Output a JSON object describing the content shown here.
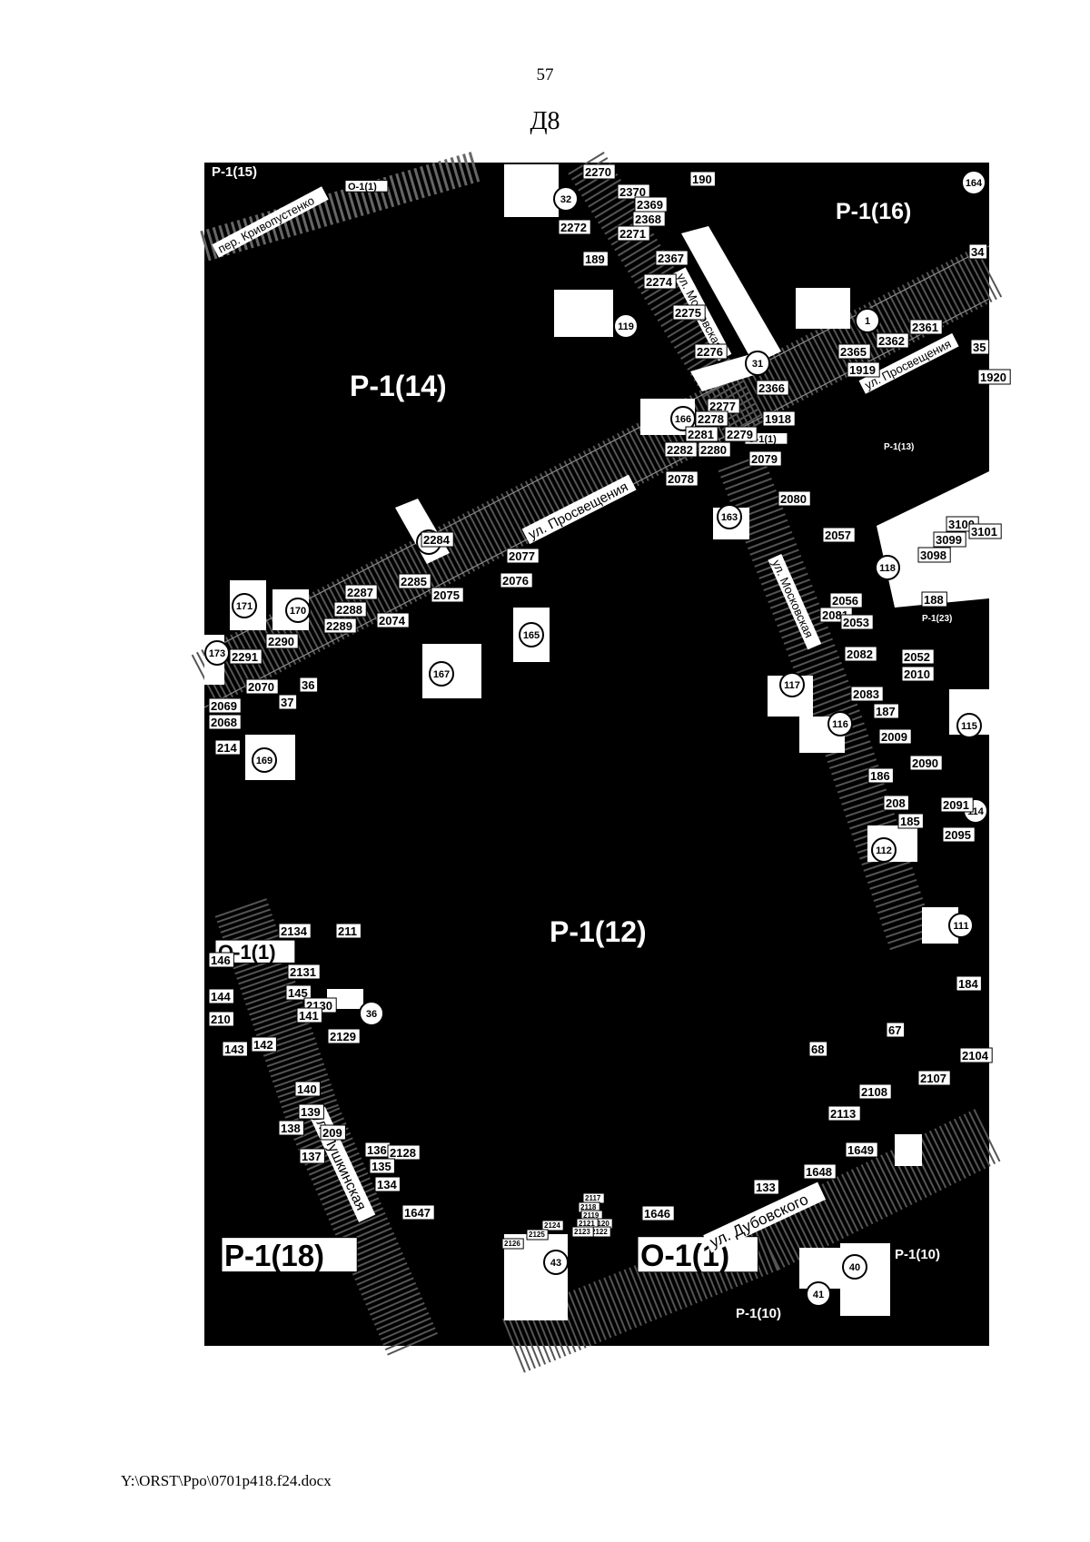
{
  "page_number": "57",
  "appendix_title": "Д8",
  "footer_path": "Y:\\ORST\\Ppo\\0701p418.f24.docx",
  "colors": {
    "map_background": "#000000",
    "label_bg": "#ffffff",
    "label_text": "#000000"
  },
  "zones": [
    {
      "id": "z1",
      "text": "Р-1(15)"
    },
    {
      "id": "z2",
      "text": "Р-1(16)"
    },
    {
      "id": "z3",
      "text": "Р-1(14)"
    },
    {
      "id": "z4",
      "text": "Р-1(13)"
    },
    {
      "id": "z5",
      "text": "Р-1(23)"
    },
    {
      "id": "z6",
      "text": "Р-1(12)"
    },
    {
      "id": "z7",
      "text": "Р-1(18)"
    },
    {
      "id": "z8",
      "text": "Р-1(10)"
    },
    {
      "id": "z9",
      "text": "Р-1(10)"
    },
    {
      "id": "z10",
      "text": "О-1(1)"
    },
    {
      "id": "z11",
      "text": "О-1(1)"
    },
    {
      "id": "z12",
      "text": "О-1(1)"
    },
    {
      "id": "z13",
      "text": "О-1(1)"
    }
  ],
  "streets": [
    {
      "id": "s1",
      "text": "пер. Кривопустенко"
    },
    {
      "id": "s2",
      "text": "ул. Московская"
    },
    {
      "id": "s3",
      "text": "ул. Просвещения"
    },
    {
      "id": "s4",
      "text": "ул. Просвещения"
    },
    {
      "id": "s5",
      "text": "ул. Московская"
    },
    {
      "id": "s6",
      "text": "ул. Пушкинская"
    },
    {
      "id": "s7",
      "text": "ул. Дубовского"
    }
  ],
  "circles": [
    "32",
    "119",
    "166",
    "168",
    "171",
    "170",
    "173",
    "165",
    "167",
    "169",
    "163",
    "1",
    "31",
    "164",
    "118",
    "117",
    "116",
    "115",
    "114",
    "112",
    "111",
    "36",
    "43",
    "40",
    "41"
  ],
  "parcels": [
    "2270",
    "2370",
    "2369",
    "2368",
    "2271",
    "2272",
    "190",
    "189",
    "2367",
    "2274",
    "2275",
    "2276",
    "34",
    "2361",
    "2362",
    "35",
    "2365",
    "1919",
    "1920",
    "2366",
    "2277",
    "1918",
    "2278",
    "2281",
    "2279",
    "2282",
    "2280",
    "2079",
    "2078",
    "2080",
    "2284",
    "2077",
    "2057",
    "3100",
    "3101",
    "3099",
    "3098",
    "2285",
    "2076",
    "2287",
    "2075",
    "2288",
    "2289",
    "2074",
    "2290",
    "2291",
    "2070",
    "36",
    "37",
    "2069",
    "2068",
    "214",
    "2056",
    "188",
    "2081",
    "2053",
    "2082",
    "2052",
    "2010",
    "2083",
    "187",
    "2009",
    "186",
    "2090",
    "208",
    "2091",
    "185",
    "2095",
    "2134",
    "211",
    "146",
    "2131",
    "145",
    "2130",
    "144",
    "141",
    "210",
    "2129",
    "143",
    "142",
    "68",
    "67",
    "2104",
    "2107",
    "2108",
    "140",
    "139",
    "2113",
    "138",
    "209",
    "136",
    "2128",
    "1649",
    "137",
    "135",
    "1648",
    "134",
    "133",
    "1647",
    "1646",
    "2117",
    "2118",
    "2119",
    "2120",
    "2121",
    "2122",
    "2123",
    "2124",
    "2125",
    "2126",
    "184"
  ]
}
